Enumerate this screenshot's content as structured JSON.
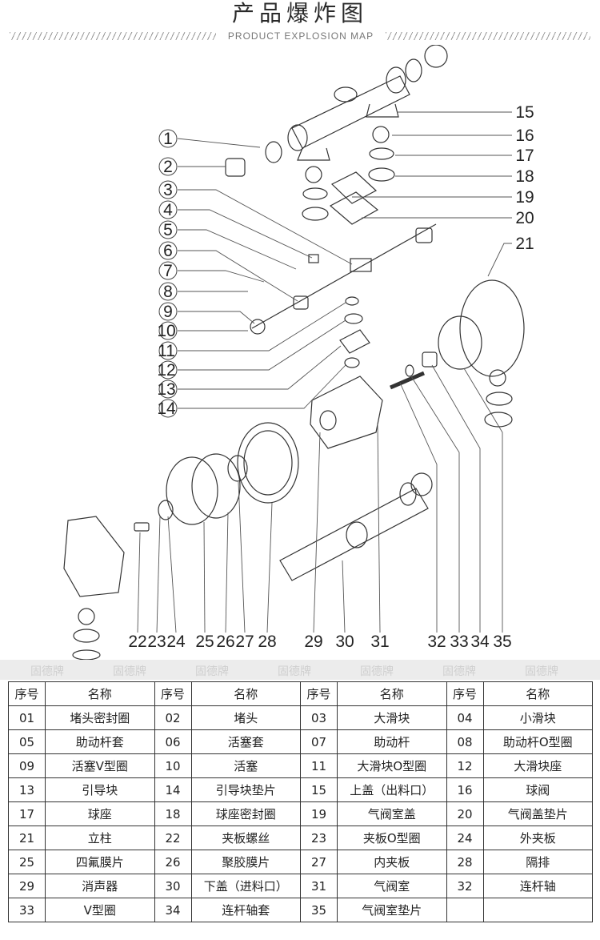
{
  "header": {
    "title": "产品爆炸图",
    "subtitle": "PRODUCT EXPLOSION MAP"
  },
  "diagram": {
    "labels": [
      "1",
      "2",
      "3",
      "4",
      "5",
      "6",
      "7",
      "8",
      "9",
      "10",
      "11",
      "12",
      "13",
      "14",
      "15",
      "16",
      "17",
      "18",
      "19",
      "20",
      "21",
      "22",
      "23",
      "24",
      "25",
      "26",
      "27",
      "28",
      "29",
      "30",
      "31",
      "32",
      "33",
      "34",
      "35"
    ]
  },
  "watermark": {
    "text": "固德牌"
  },
  "table": {
    "headers": [
      "序号",
      "名称",
      "序号",
      "名称",
      "序号",
      "名称",
      "序号",
      "名称"
    ],
    "rows": [
      [
        "01",
        "堵头密封圈",
        "02",
        "堵头",
        "03",
        "大滑块",
        "04",
        "小滑块"
      ],
      [
        "05",
        "助动杆套",
        "06",
        "活塞套",
        "07",
        "助动杆",
        "08",
        "助动杆O型圈"
      ],
      [
        "09",
        "活塞V型圈",
        "10",
        "活塞",
        "11",
        "大滑块O型圈",
        "12",
        "大滑块座"
      ],
      [
        "13",
        "引导块",
        "14",
        "引导块垫片",
        "15",
        "上盖（出料口）",
        "16",
        "球阀"
      ],
      [
        "17",
        "球座",
        "18",
        "球座密封圈",
        "19",
        "气阀室盖",
        "20",
        "气阀盖垫片"
      ],
      [
        "21",
        "立柱",
        "22",
        "夹板螺丝",
        "23",
        "夹板O型圈",
        "24",
        "外夹板"
      ],
      [
        "25",
        "四氟膜片",
        "26",
        "聚胶膜片",
        "27",
        "内夹板",
        "28",
        "隔排"
      ],
      [
        "29",
        "消声器",
        "30",
        "下盖（进料口）",
        "31",
        "气阀室",
        "32",
        "连杆轴"
      ],
      [
        "33",
        "V型圈",
        "34",
        "连杆轴套",
        "35",
        "气阀室垫片",
        "",
        ""
      ]
    ]
  }
}
